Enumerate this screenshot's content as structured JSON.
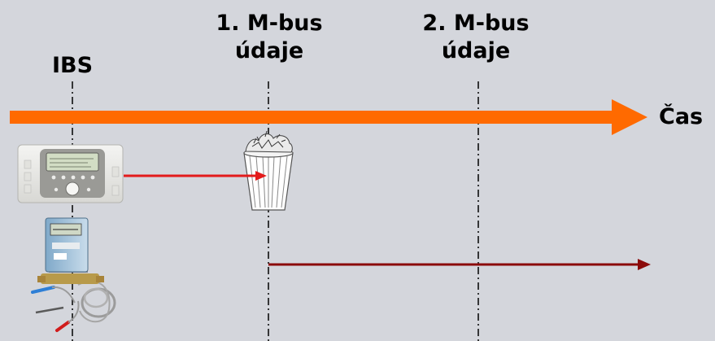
{
  "labels": {
    "ibs": "IBS",
    "mbus1_line1": "1. M-bus",
    "mbus1_line2": "údaje",
    "mbus2_line1": "2. M-bus",
    "mbus2_line2": "údaje",
    "time": "Čas"
  },
  "colors": {
    "background": "#d4d6dc",
    "timeline_arrow": "#ff6a00",
    "discard_arrow": "#e31b1b",
    "retained_arrow": "#8b0a0a",
    "marker_line": "#000000"
  },
  "icons": {
    "controller": "heating-controller-device-icon",
    "meter": "heat-meter-device-icon",
    "trash": "trash-can-icon"
  }
}
